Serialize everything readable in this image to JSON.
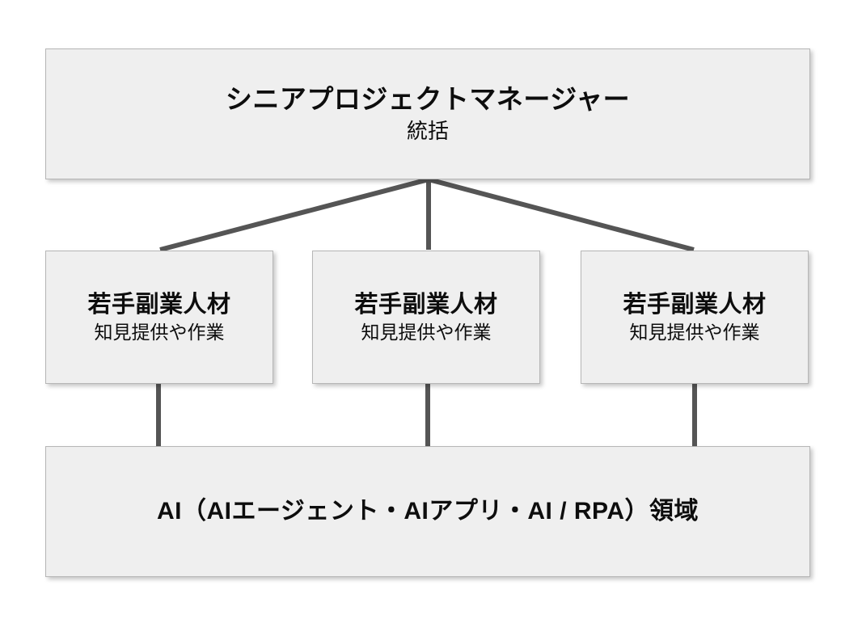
{
  "diagram": {
    "type": "organization-hierarchy",
    "background_color": "#ffffff",
    "box_fill_color": "#efefef",
    "box_border_color": "#b6b6b6",
    "connector_color": "#555555",
    "text_color": "#0d0d0d"
  },
  "top": {
    "title": "シニアプロジェクトマネージャー",
    "subtitle": "統括"
  },
  "middle": [
    {
      "title": "若手副業人材",
      "subtitle": "知見提供や作業"
    },
    {
      "title": "若手副業人材",
      "subtitle": "知見提供や作業"
    },
    {
      "title": "若手副業人材",
      "subtitle": "知見提供や作業"
    }
  ],
  "bottom": {
    "title": "AI（AIエージェント・AIアプリ・AI / RPA）領域"
  }
}
